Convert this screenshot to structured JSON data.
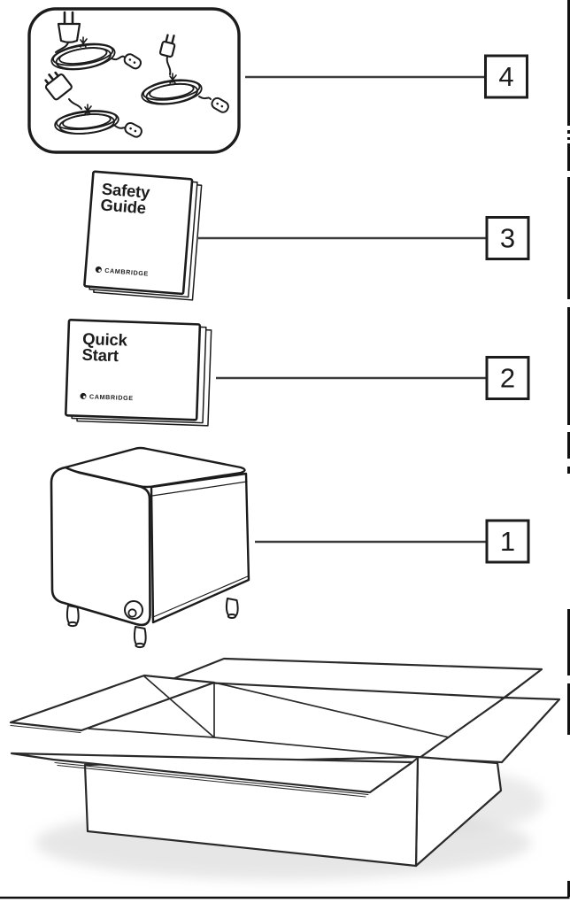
{
  "callouts": [
    {
      "number": "4",
      "target": "power-cables"
    },
    {
      "number": "3",
      "target": "safety-guide"
    },
    {
      "number": "2",
      "target": "quick-start-guide"
    },
    {
      "number": "1",
      "target": "subwoofer"
    }
  ],
  "booklets": {
    "safety_guide": {
      "title_line1": "Safety",
      "title_line2": "Guide",
      "brand": "CAMBRIDGE"
    },
    "quick_start": {
      "title_line1": "Quick",
      "title_line2": "Start",
      "brand": "CAMBRIDGE"
    }
  },
  "colors": {
    "ink": "#1c1c1c",
    "callout_line": "#3c3c3c",
    "paper": "#ffffff",
    "shadow": "#cfcfcf"
  }
}
